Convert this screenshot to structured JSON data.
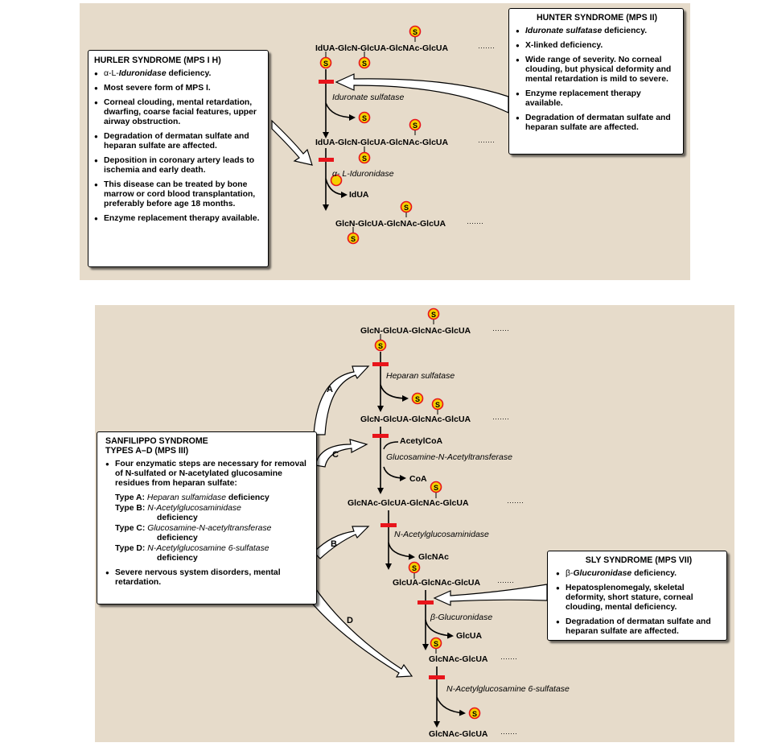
{
  "hurler": {
    "title": "HURLER SYNDROME (MPS I H)",
    "b1_prefix": "α-L-",
    "b1_enzyme": "Iduronidase",
    "b1_suffix": " deficiency.",
    "b2": "Most severe form of MPS I.",
    "b3": "Corneal clouding, mental retardation, dwarfing, coarse facial features, upper airway obstruction.",
    "b4": "Degradation of dermatan sulfate and heparan sulfate are affected.",
    "b5": "Deposition in coronary artery leads to ischemia and early death.",
    "b6": "This disease can be treated by bone marrow or cord blood transplantation, preferably before age 18 months.",
    "b7": "Enzyme replacement therapy available."
  },
  "hunter": {
    "title": "HUNTER SYNDROME (MPS II)",
    "b1_enzyme": "Iduronate sulfatase",
    "b1_suffix": " deficiency.",
    "b2": "X-linked deficiency.",
    "b3": "Wide range of severity. No corneal clouding, but physical deformity and mental retardation is mild to severe.",
    "b4": "Enzyme replacement therapy available.",
    "b5": "Degradation of dermatan sulfate and heparan sulfate are affected."
  },
  "top_pathway": {
    "chain1": "IdUA-GlcN-GlcUA-GlcNAc-GlcUA",
    "enzyme1": "Iduronate sulfatase",
    "chain2": "IdUA-GlcN-GlcUA-GlcNAc-GlcUA",
    "enzyme2": "α- L-Iduronidase",
    "product2": "IdUA",
    "chain3": "GlcN-GlcUA-GlcNAc-GlcUA",
    "sulfate": "S",
    "ellipsis": "·······"
  },
  "sanfilippo": {
    "title_line1": "SANFILIPPO SYNDROME",
    "title_line2": "TYPES A–D (MPS III)",
    "b1": "Four enzymatic steps are necessary for removal of N-sulfated or N-acetylated glucosamine residues from heparan sulfate:",
    "types": [
      {
        "label": "Type A:",
        "enzyme": "Heparan sulfamidase",
        "suffix": " deficiency"
      },
      {
        "label": "Type B:",
        "enzyme": "N-Acetylglucosaminidase",
        "suffix": "deficiency"
      },
      {
        "label": "Type C:",
        "enzyme": "Glucosamine-N-acetyltransferase",
        "suffix": "deficiency"
      },
      {
        "label": "Type D:",
        "enzyme": "N-Acetylglucosamine 6-sulfatase",
        "suffix": "deficiency"
      }
    ],
    "b2": "Severe nervous system disorders, mental retardation.",
    "arrow_labels": [
      "A",
      "C",
      "B",
      "D"
    ]
  },
  "sly": {
    "title": "SLY SYNDROME (MPS VII)",
    "b1_prefix": "β-",
    "b1_enzyme": "Glucuronidase",
    "b1_suffix": " deficiency.",
    "b2": "Hepatosplenomegaly, skeletal deformity, short stature, corneal clouding, mental deficiency.",
    "b3": "Degradation of dermatan sulfate and heparan sulfate are affected."
  },
  "bottom_pathway": {
    "chain1": "GlcN-GlcUA-GlcNAc-GlcUA",
    "enzyme1": "Heparan sulfatase",
    "chain2": "GlcN-GlcUA-GlcNAc-GlcUA",
    "cofactor_in": "AcetylCoA",
    "enzyme2": "Glucosamine-N-Acetyltransferase",
    "cofactor_out": "CoA",
    "chain3": "GlcNAc-GlcUA-GlcNAc-GlcUA",
    "enzyme3": "N-Acetylglucosaminidase",
    "product3": "GlcNAc",
    "chain4": "GlcUA-GlcNAc-GlcUA",
    "enzyme4": "β-Glucuronidase",
    "product4": "GlcUA",
    "chain5": "GlcNAc-GlcUA",
    "enzyme5": "N-Acetylglucosamine 6-sulfatase",
    "chain6": "GlcNAc-GlcUA"
  },
  "colors": {
    "panel": "#e6dbca",
    "block_bar": "#e8141b",
    "sulfate_fill": "#f5d000",
    "sulfate_ring": "#e8141b"
  }
}
